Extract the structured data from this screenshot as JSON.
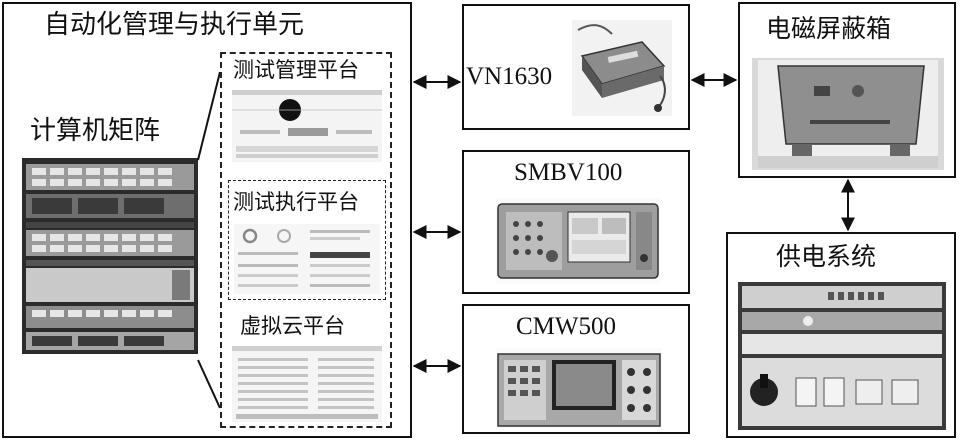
{
  "diagram": {
    "automation_unit": {
      "title": "自动化管理与执行单元",
      "computer_matrix": "计算机矩阵",
      "platforms": [
        "测试管理平台",
        "测试执行平台",
        "虚拟云平台"
      ]
    },
    "instruments": [
      "VN1630",
      "SMBV100",
      "CMW500"
    ],
    "shield_box": "电磁屏蔽箱",
    "power_system": "供电系统"
  }
}
